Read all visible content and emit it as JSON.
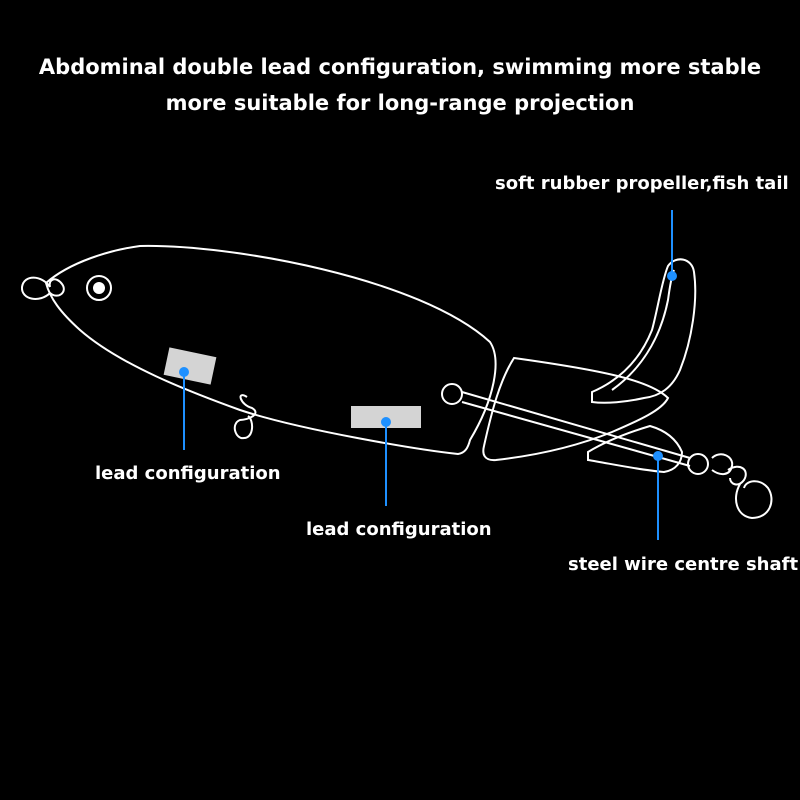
{
  "headline": {
    "line1": "Abdominal double lead configuration, swimming more stable",
    "line2": "more suitable for long-range projection"
  },
  "callouts": {
    "tail": "soft rubber propeller,fish tail",
    "lead_front": "lead configuration",
    "lead_rear": "lead configuration",
    "shaft": "steel wire centre shaft"
  },
  "colors": {
    "background": "#000000",
    "outline": "#ffffff",
    "lead": "#d4d4d4",
    "pointer": "#1e90ff"
  }
}
